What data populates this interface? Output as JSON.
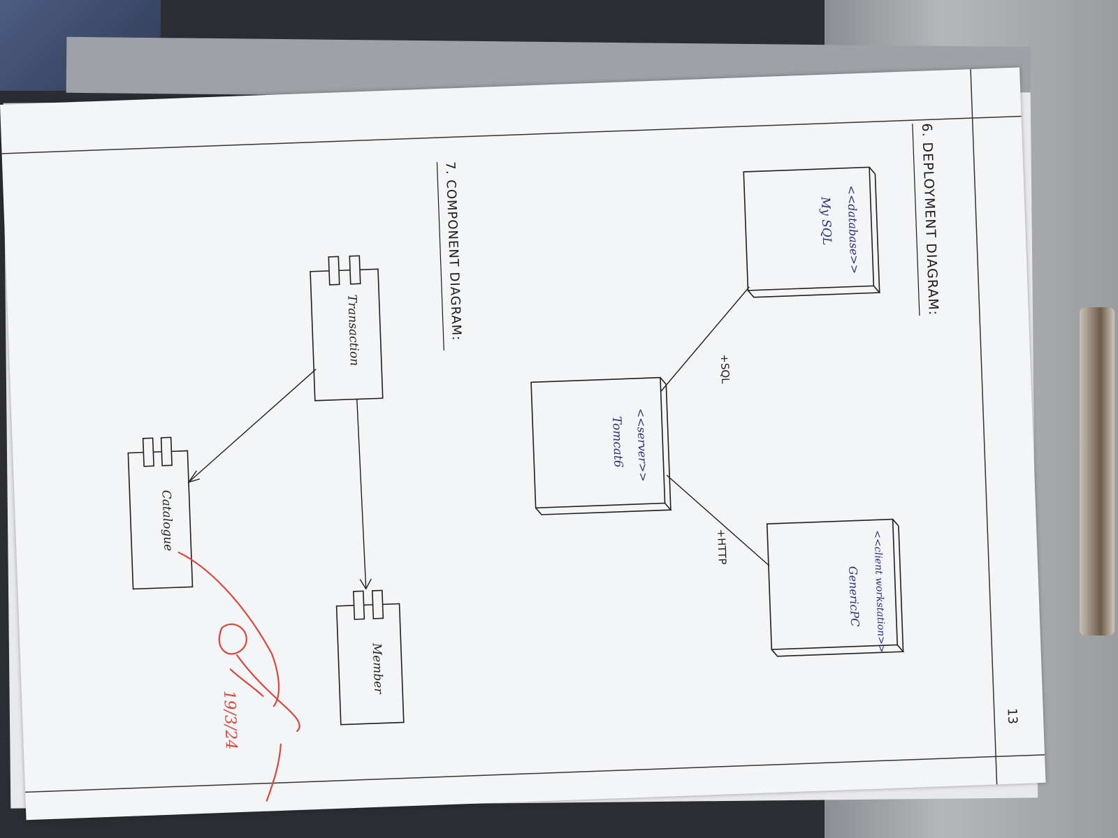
{
  "page": {
    "number": "13"
  },
  "deployment": {
    "heading": "6. DEPLOYMENT DIAGRAM:",
    "nodes": [
      {
        "id": "db",
        "stereotype": "<<database>>",
        "name": "My SQL"
      },
      {
        "id": "server",
        "stereotype": "<<server>>",
        "name": "Tomcat6"
      },
      {
        "id": "client",
        "stereotype": "<<client workstation>>",
        "name": "GenericPC"
      }
    ],
    "links": [
      {
        "from": "server",
        "to": "db",
        "label": "+SQL"
      },
      {
        "from": "server",
        "to": "client",
        "label": "+HTTP"
      }
    ]
  },
  "component": {
    "heading": "7. COMPONENT DIAGRAM:",
    "components": [
      {
        "id": "transaction",
        "name": "Transaction"
      },
      {
        "id": "catalogue",
        "name": "Catalogue"
      },
      {
        "id": "member",
        "name": "Member"
      }
    ],
    "dependencies": [
      {
        "from": "transaction",
        "to": "catalogue"
      },
      {
        "from": "transaction",
        "to": "member"
      }
    ]
  },
  "annotation": {
    "date": "19/3/24",
    "ink_color": "#d9463a"
  },
  "colors": {
    "diagram_ink": "#1f1f1f",
    "label_ink": "#2a2f7a",
    "heading_ink": "#1a1a1a"
  }
}
